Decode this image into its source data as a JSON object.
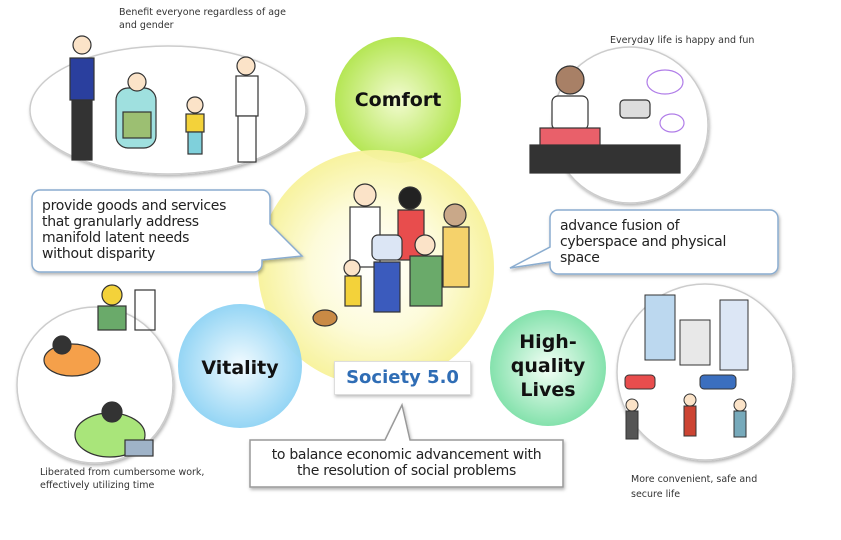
{
  "title": "Society 5.0",
  "circles": {
    "comfort": "Comfort",
    "vitality": "Vitality",
    "lives_line1": "High-",
    "lives_line2": "quality",
    "lives_line3": "Lives"
  },
  "callouts": {
    "left": [
      "provide goods and services",
      "that granularly address",
      "manifold latent needs",
      "without disparity"
    ],
    "right": [
      "advance fusion of",
      "cyberspace and physical",
      "space"
    ],
    "bottom": [
      "to balance economic advancement with",
      "the resolution of social problems"
    ]
  },
  "captions": {
    "top_left": [
      "Benefit everyone regardless of age",
      "and gender"
    ],
    "top_right": "Everyday life is happy and fun",
    "bottom_left": [
      "Liberated from cumbersome work,",
      "effectively utilizing time"
    ],
    "bottom_right": [
      "More convenient, safe and",
      "secure life"
    ]
  },
  "colors": {
    "society": "#2f6db5",
    "comfort": "#b5e655",
    "core": "#fbf7a0",
    "vitality": "#8fd3f4",
    "lives": "#7ee0a8"
  }
}
